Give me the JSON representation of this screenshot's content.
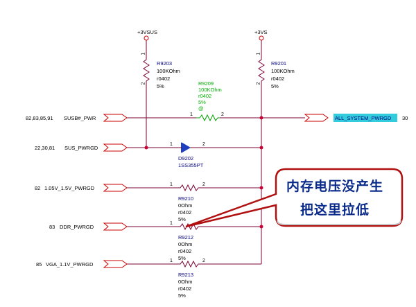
{
  "power": {
    "v1": "+3VSUS",
    "v2": "+3VS"
  },
  "resistors": {
    "r9203": {
      "name": "R9203",
      "value": "100KOhm",
      "pkg": "r0402",
      "tol": "5%"
    },
    "r9201": {
      "name": "R9201",
      "value": "100KOhm",
      "pkg": "r0402",
      "tol": "5%"
    },
    "r9209": {
      "name": "R9209",
      "value": "100KOhm",
      "pkg": "r0402",
      "tol": "5%",
      "mark": "@"
    },
    "r9210": {
      "name": "R9210",
      "value": "0Ohm",
      "pkg": "r0402",
      "tol": "5%"
    },
    "r9212": {
      "name": "R9212",
      "value": "0Ohm",
      "pkg": "r0402",
      "tol": "5%"
    },
    "r9213": {
      "name": "R9213",
      "value": "0Ohm",
      "pkg": "r0402",
      "tol": "5%"
    }
  },
  "diode": {
    "name": "D9202",
    "part": "1SS355PT"
  },
  "signals": {
    "susb": {
      "pages": "82,83,85,91",
      "net": "SUSB#_PWR"
    },
    "sus": {
      "pages": "22,30,81",
      "net": "SUS_PWRGD"
    },
    "v105": {
      "pages": "82",
      "net": "1.05V_1.5V_PWRGD"
    },
    "ddr": {
      "pages": "83",
      "net": "DDR_PWRGD"
    },
    "vga": {
      "pages": "85",
      "net": "VGA_1.1V_PWRGD"
    },
    "out": {
      "net": "ALL_SYSTEM_PWRGD",
      "page": "30"
    }
  },
  "pins": {
    "one": "1",
    "two": "2"
  },
  "callout": {
    "line1": "内存电压没产生",
    "line2": "把这里拉低"
  },
  "colors": {
    "wire": "#7a0033",
    "port": "#cc0000",
    "text": "#000080",
    "green": "#00b000",
    "highlight": "#33ccdd",
    "callout_border": "#b01010",
    "callout_text": "#0a2a8a"
  }
}
